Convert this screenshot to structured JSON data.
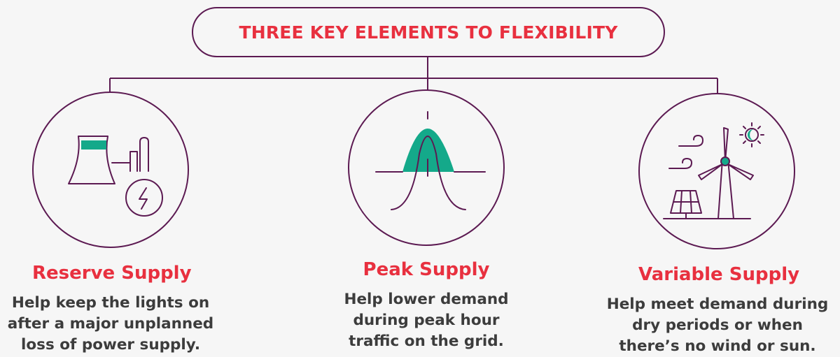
{
  "title": "THREE KEY ELEMENTS TO FLEXIBILITY",
  "colors": {
    "accent_red": "#e8303f",
    "outline_purple": "#5c1a52",
    "fill_teal": "#14a98a",
    "body_text": "#3c3c3c",
    "background": "#f6f6f6"
  },
  "elements": [
    {
      "icon": "power-plant-icon",
      "title": "Reserve Supply",
      "description_lines": [
        "Help keep the lights on",
        "after a major unplanned",
        "loss of power supply."
      ]
    },
    {
      "icon": "peak-curve-icon",
      "title": "Peak Supply",
      "description_lines": [
        "Help lower demand",
        "during peak hour",
        "traffic on the grid."
      ]
    },
    {
      "icon": "wind-solar-icon",
      "title": "Variable Supply",
      "description_lines": [
        "Help meet demand during",
        "dry periods or when",
        "there’s no wind or sun."
      ]
    }
  ]
}
